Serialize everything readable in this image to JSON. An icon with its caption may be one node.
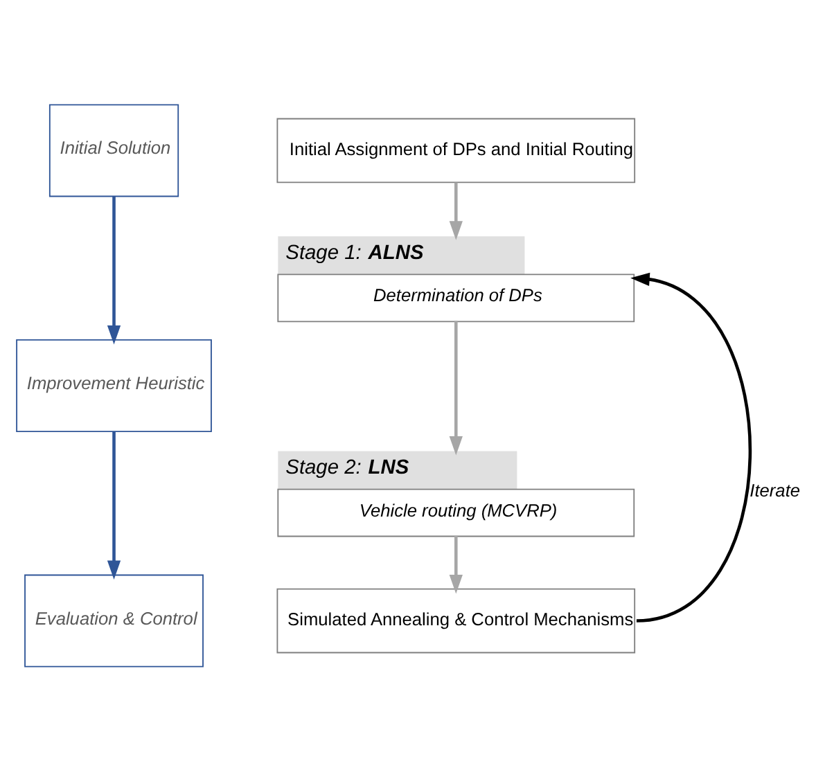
{
  "diagram": {
    "nodes": [
      {
        "text": [
          "Initial Solution"
        ]
      },
      {
        "text": [
          "Improvement Heuristic"
        ]
      },
      {
        "text": [
          "Evaluation & Control"
        ]
      },
      {
        "text": [
          "Initial Assignment of DPs and Initial Routing"
        ]
      },
      {
        "text": [
          "Stage 1: **ALNS**",
          "Determination of DPs"
        ]
      },
      {
        "text": [
          "Stage 2: **LNS**",
          "Vehicle routing (MCVRP)"
        ]
      },
      {
        "text": [
          "Simulated Annealing & Control Mechanisms"
        ]
      }
    ],
    "edges": [
      {
        "from": 0,
        "to": 1,
        "arrow": "to",
        "color": "#2f5597"
      },
      {
        "from": 1,
        "to": 2,
        "arrow": "to",
        "color": "#2f5597"
      },
      {
        "from": 3,
        "to": 4,
        "arrow": "to",
        "color": "#a6a6a6"
      },
      {
        "from": 4,
        "to": 5,
        "arrow": "to",
        "color": "#a6a6a6"
      },
      {
        "from": 5,
        "to": 6,
        "arrow": "to",
        "color": "#a6a6a6"
      },
      {
        "from": 6,
        "to": 4,
        "arrow": "to",
        "label": "Iterate",
        "color": "#000000"
      }
    ]
  }
}
